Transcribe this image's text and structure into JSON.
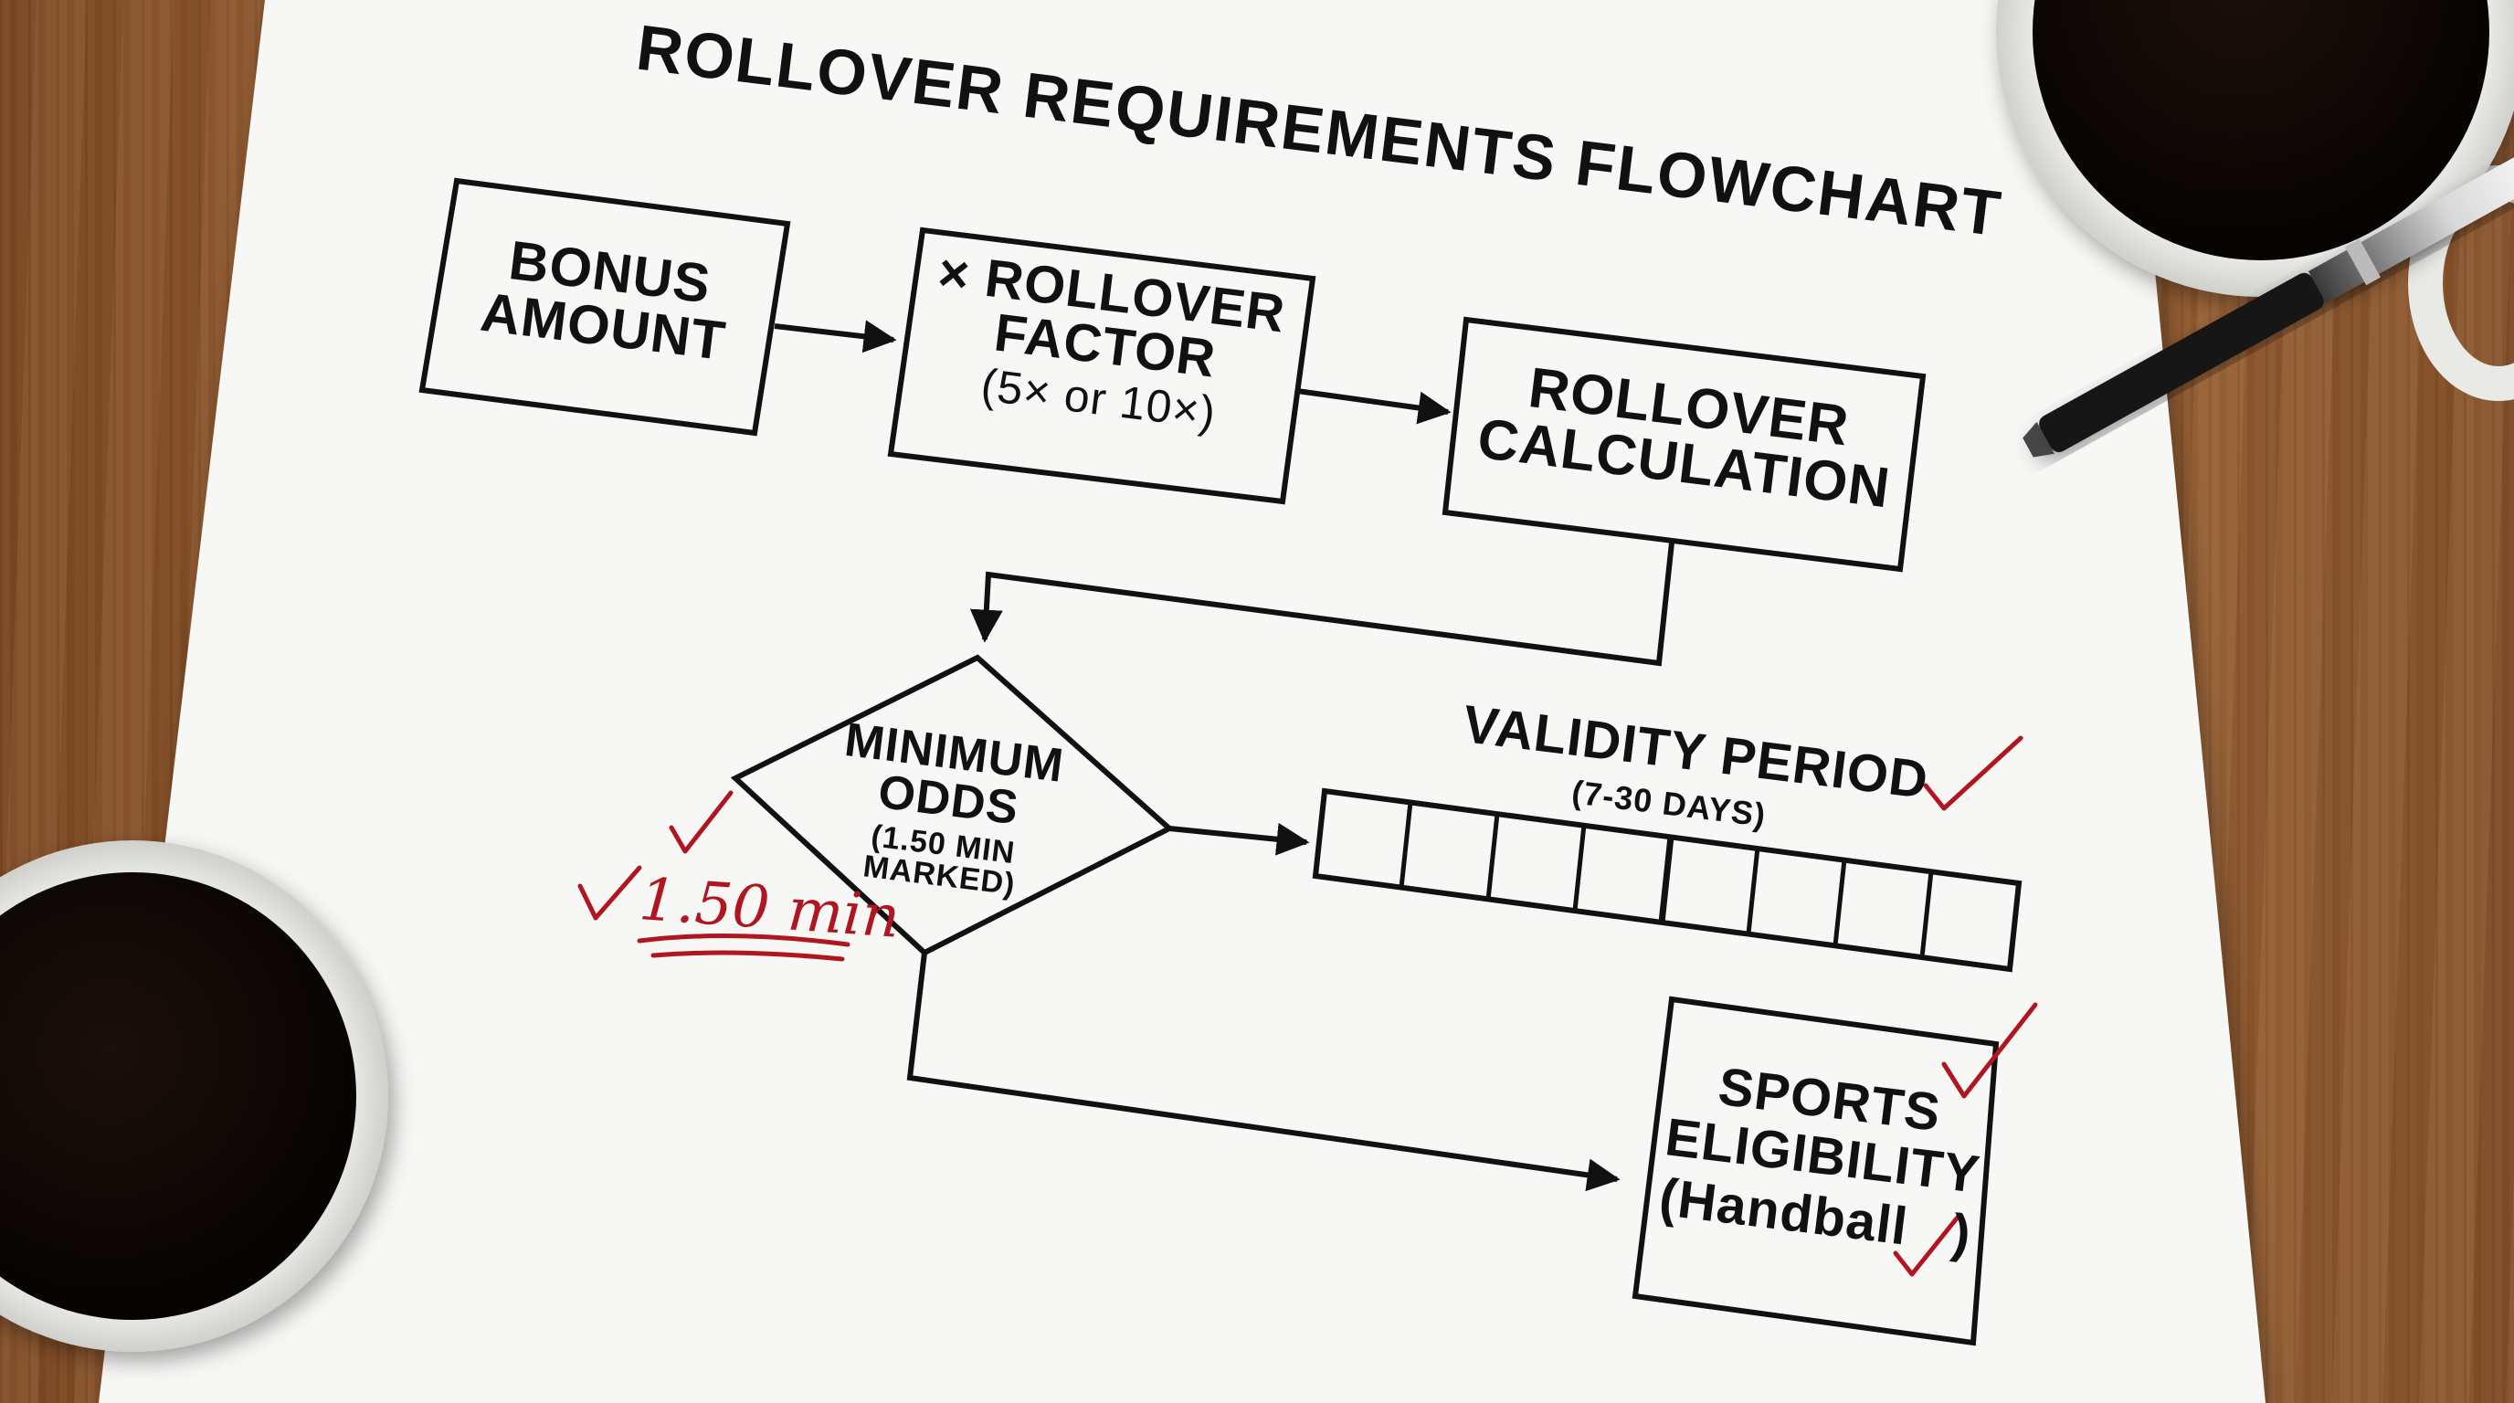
{
  "flowchart": {
    "title": "ROLLOVER REQUIREMENTS FLOWCHART",
    "bonus_amount": {
      "line1": "BONUS",
      "line2": "AMOUNT"
    },
    "rollover_factor": {
      "line1": "× ROLLOVER",
      "line2": "FACTOR",
      "line3": "(5× or 10×)"
    },
    "rollover_calculation": {
      "line1": "ROLLOVER",
      "line2": "CALCULATION"
    },
    "minimum_odds": {
      "line1": "MINIMUM",
      "line2": "ODDS",
      "line3": "(1.50 MIN",
      "line4": "MARKED)"
    },
    "validity_period": {
      "title": "VALIDITY PERIOD",
      "subtitle": "(7-30 DAYS)",
      "cell_count": 8
    },
    "sports_eligibility": {
      "line1": "SPORTS",
      "line2": "ELIGIBILITY",
      "line3": "(Handball",
      "line4": ")"
    }
  },
  "annotations": {
    "handwritten_note": "1.50 min",
    "ink_color": "#b01620"
  },
  "scene_colors": {
    "wood": "#8f562b",
    "paper": "#f7f7f5",
    "coffee": "#120a06",
    "mug": "#f2f2f0"
  }
}
